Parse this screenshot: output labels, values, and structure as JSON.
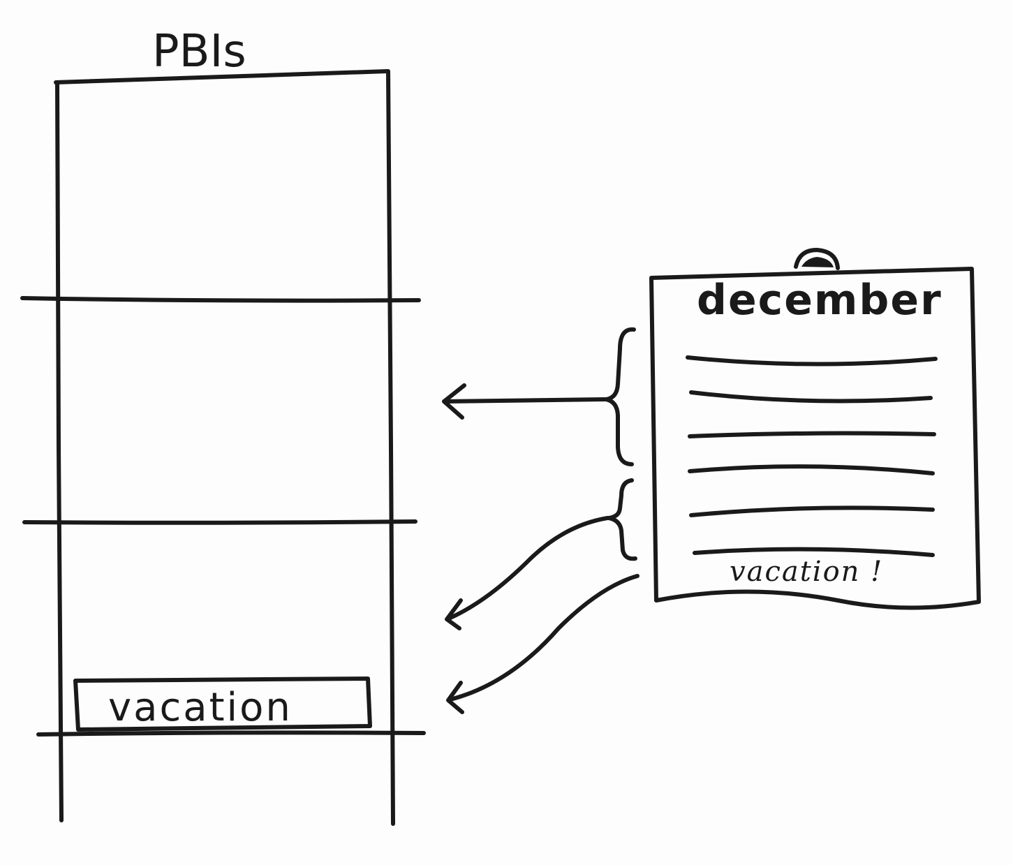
{
  "diagram": {
    "column_title": "PBIs",
    "column_item": "vacation",
    "calendar": {
      "month": "december",
      "note": "vacation !"
    }
  }
}
